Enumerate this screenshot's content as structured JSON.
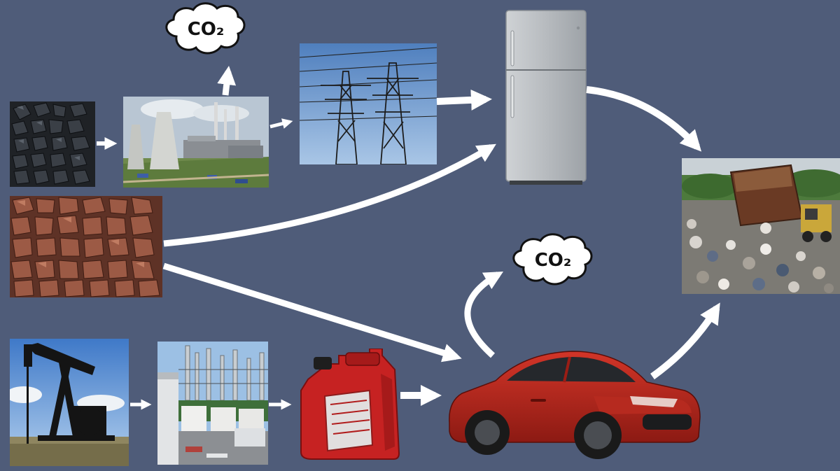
{
  "diagram": {
    "nodes": [
      {
        "id": "coal",
        "icon": "coal-pile-icon"
      },
      {
        "id": "power-plant",
        "icon": "power-plant-icon"
      },
      {
        "id": "power-lines",
        "icon": "power-lines-icon"
      },
      {
        "id": "refrigerator",
        "icon": "refrigerator-icon"
      },
      {
        "id": "iron-ore",
        "icon": "iron-ore-icon"
      },
      {
        "id": "landfill",
        "icon": "landfill-icon"
      },
      {
        "id": "oil-pump",
        "icon": "oil-pump-icon"
      },
      {
        "id": "refinery",
        "icon": "refinery-icon"
      },
      {
        "id": "gas-can",
        "icon": "gas-can-icon"
      },
      {
        "id": "car",
        "icon": "car-icon"
      }
    ],
    "emissions": [
      {
        "id": "co2-power-plant",
        "label": "CO₂"
      },
      {
        "id": "co2-car",
        "label": "CO₂"
      }
    ],
    "flows": [
      {
        "from": "coal",
        "to": "power-plant"
      },
      {
        "from": "power-plant",
        "to": "co2-power-plant"
      },
      {
        "from": "power-plant",
        "to": "power-lines"
      },
      {
        "from": "power-lines",
        "to": "refrigerator"
      },
      {
        "from": "iron-ore",
        "to": "refrigerator"
      },
      {
        "from": "iron-ore",
        "to": "car"
      },
      {
        "from": "refrigerator",
        "to": "landfill"
      },
      {
        "from": "oil-pump",
        "to": "refinery"
      },
      {
        "from": "refinery",
        "to": "gas-can"
      },
      {
        "from": "gas-can",
        "to": "car"
      },
      {
        "from": "car",
        "to": "co2-car"
      },
      {
        "from": "car",
        "to": "landfill"
      }
    ]
  }
}
